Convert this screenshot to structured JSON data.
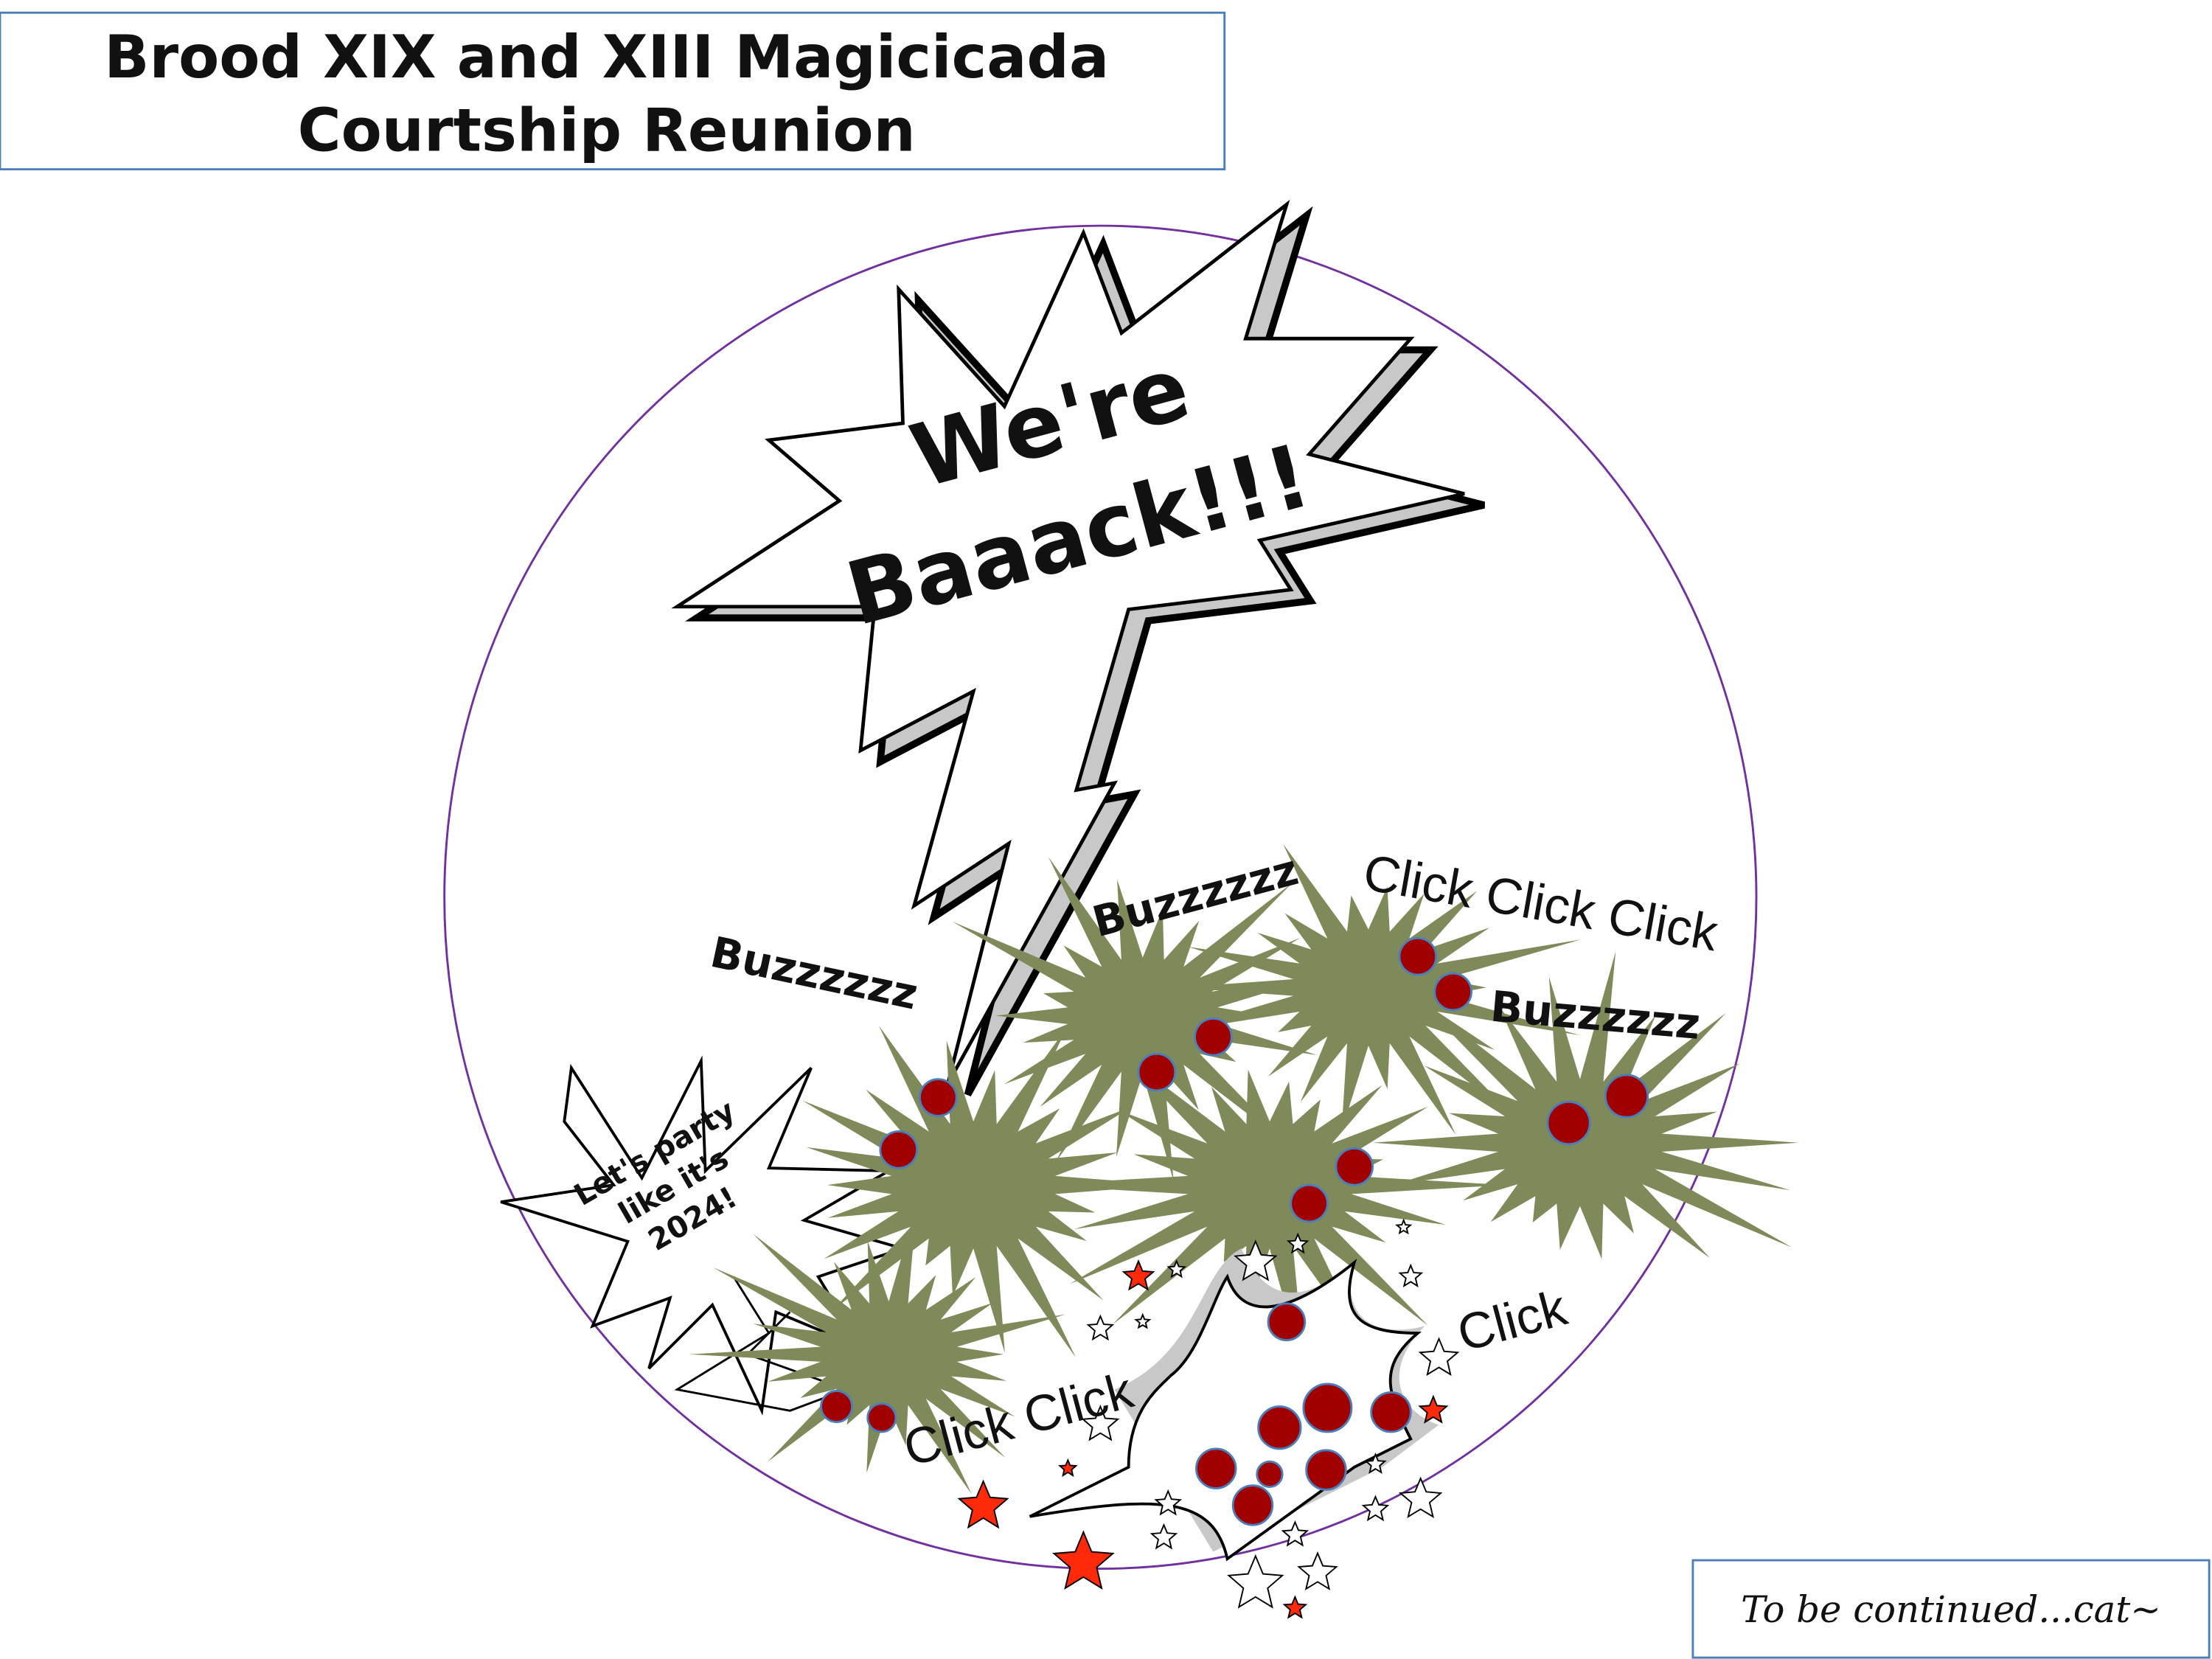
{
  "title": {
    "line1": "Brood XIX and XIII Magicicada",
    "line2": "Courtship Reunion"
  },
  "main_bubble": {
    "line1": "We're",
    "line2": "Baaack!!!"
  },
  "party_bubble": {
    "line1": "Let's party",
    "line2": "like it's",
    "line3": "2024!"
  },
  "sounds": {
    "buzz_left": "Buzzzzzz",
    "buzz_center": "Buzzzzzz",
    "buzz_right": "Buzzzzzz",
    "click_triple": "Click Click Click",
    "click_single": "Click",
    "click_double": "Click Click"
  },
  "footer": {
    "text": "To be continued...cat~"
  },
  "colors": {
    "frame": "#4a7ebb",
    "circle": "#7030a0",
    "splat": "#7f8a5a",
    "eye": "#a00000",
    "star_red": "#ff2a0a"
  }
}
